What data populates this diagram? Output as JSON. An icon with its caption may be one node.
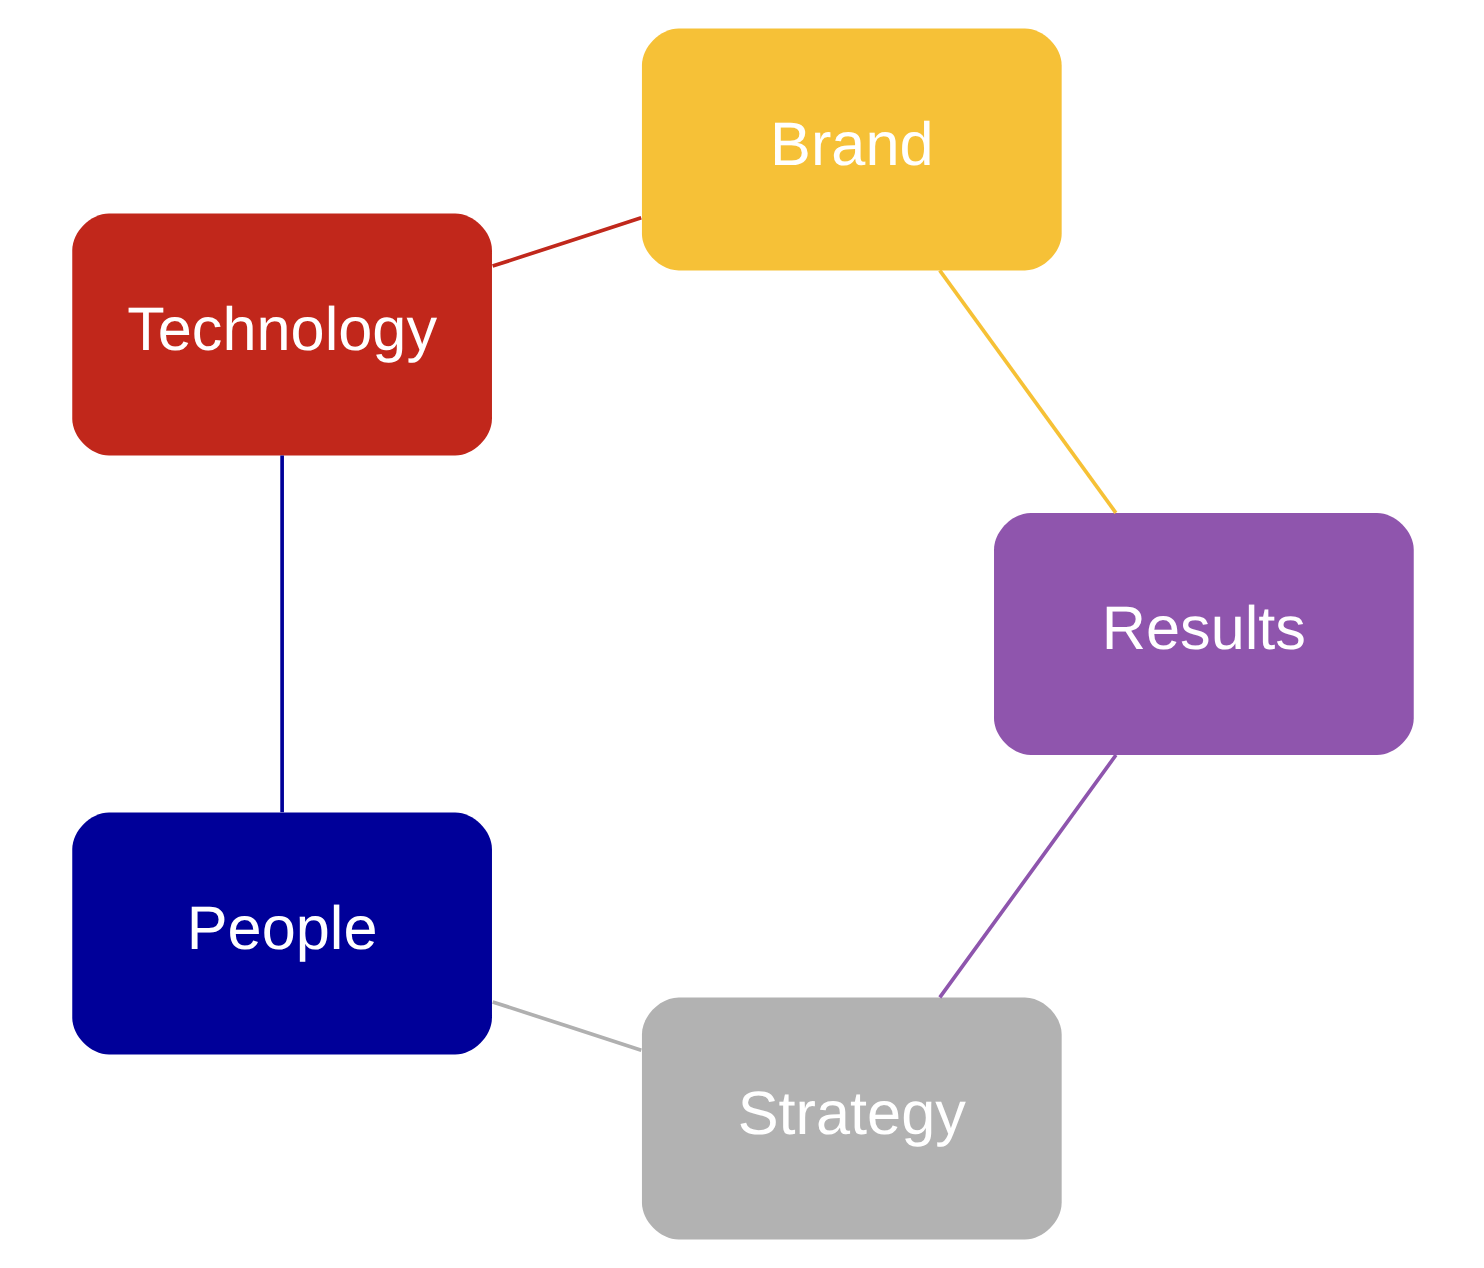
{
  "diagram": {
    "nodes": [
      {
        "text": [
          "Strategy"
        ]
      },
      {
        "text": [
          "People"
        ]
      },
      {
        "text": [
          "Technology"
        ]
      },
      {
        "text": [
          "Brand"
        ]
      },
      {
        "text": [
          "Results"
        ]
      }
    ],
    "edges": [
      {
        "from": 0,
        "to": 1,
        "arrow": "none",
        "color": "#b0b0b0"
      },
      {
        "from": 1,
        "to": 2,
        "arrow": "none",
        "color": "#000099"
      },
      {
        "from": 2,
        "to": 3,
        "arrow": "none",
        "color": "#c0281c"
      },
      {
        "from": 3,
        "to": 4,
        "arrow": "none",
        "color": "#f6c136"
      },
      {
        "from": 4,
        "to": 0,
        "arrow": "none",
        "color": "#8e55ad"
      }
    ]
  }
}
